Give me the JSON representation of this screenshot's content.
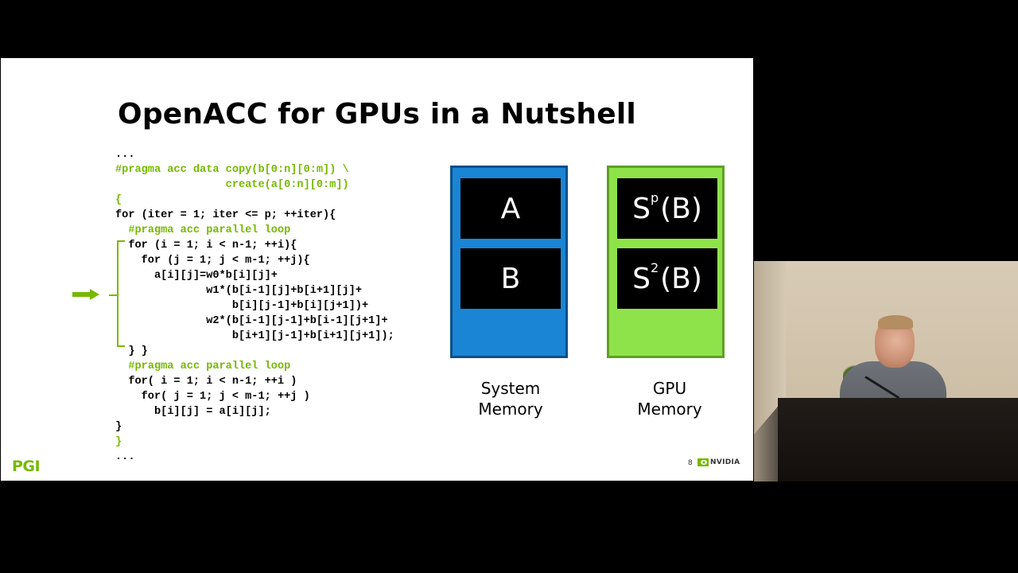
{
  "slide": {
    "title": "OpenACC for GPUs in a Nutshell",
    "code_lines": [
      {
        "text": "...",
        "color": "black"
      },
      {
        "text": "#pragma acc data copy(b[0:n][0:m]) \\",
        "color": "green"
      },
      {
        "text": "                 create(a[0:n][0:m])",
        "color": "green"
      },
      {
        "text": "{",
        "color": "green"
      },
      {
        "text": "for (iter = 1; iter <= p; ++iter){",
        "color": "black"
      },
      {
        "text": "  #pragma acc parallel loop",
        "color": "green"
      },
      {
        "text": "  for (i = 1; i < n-1; ++i){",
        "color": "black"
      },
      {
        "text": "    for (j = 1; j < m-1; ++j){",
        "color": "black"
      },
      {
        "text": "      a[i][j]=w0*b[i][j]+",
        "color": "black"
      },
      {
        "text": "              w1*(b[i-1][j]+b[i+1][j]+",
        "color": "black"
      },
      {
        "text": "                  b[i][j-1]+b[i][j+1])+",
        "color": "black"
      },
      {
        "text": "              w2*(b[i-1][j-1]+b[i-1][j+1]+",
        "color": "black"
      },
      {
        "text": "                  b[i+1][j-1]+b[i+1][j+1]);",
        "color": "black"
      },
      {
        "text": "  } }",
        "color": "black"
      },
      {
        "text": "  #pragma acc parallel loop",
        "color": "green"
      },
      {
        "text": "  for( i = 1; i < n-1; ++i )",
        "color": "black"
      },
      {
        "text": "    for( j = 1; j < m-1; ++j )",
        "color": "black"
      },
      {
        "text": "      b[i][j] = a[i][j];",
        "color": "black"
      },
      {
        "text": "}",
        "color": "black"
      },
      {
        "text": "}",
        "color": "green"
      },
      {
        "text": "...",
        "color": "black"
      }
    ],
    "system_memory": {
      "cell1": "A",
      "cell2": "B",
      "label_line1": "System",
      "label_line2": "Memory",
      "color": "#1a85d4"
    },
    "gpu_memory": {
      "cell1_base": "S",
      "cell1_sup": "p",
      "cell1_rest": "(B)",
      "cell2_base": "S",
      "cell2_sup": "2",
      "cell2_rest": "(B)",
      "label_line1": "GPU",
      "label_line2": "Memory",
      "color": "#8fe34a"
    },
    "footer": {
      "logo": "PGI",
      "page_number": "8",
      "brand": "NVIDIA"
    },
    "accent_color": "#76b900"
  }
}
